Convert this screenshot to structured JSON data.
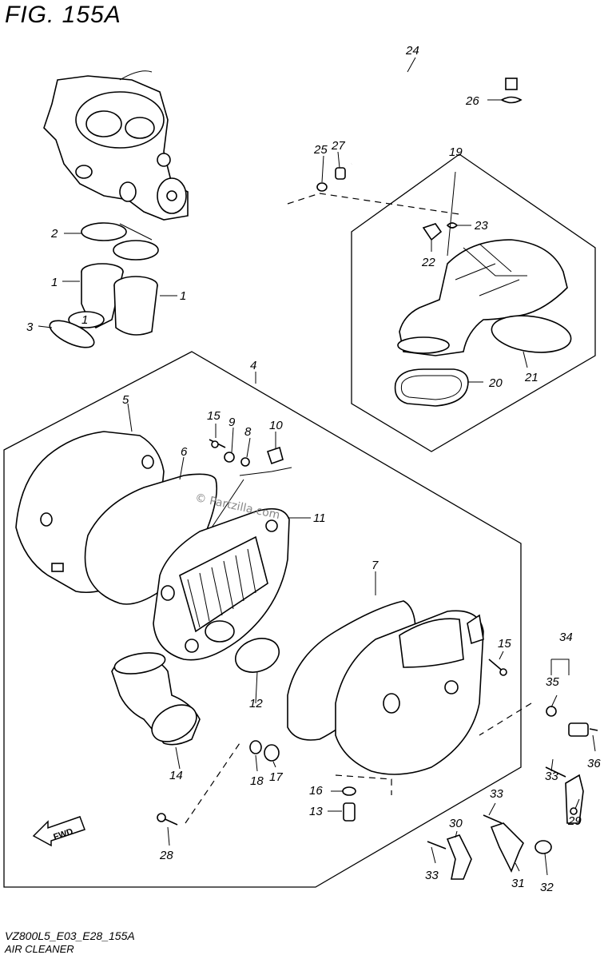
{
  "title": "FIG. 155A",
  "footer": {
    "code": "VZ800L5_E03_E28_155A",
    "name": "AIR CLEANER"
  },
  "watermark": "© Partzilla.com",
  "fwd_label": "FWD",
  "parts": {
    "p1a": "1",
    "p1b": "1",
    "p2": "2",
    "p3": "3",
    "p4": "4",
    "p5": "5",
    "p6": "6",
    "p7": "7",
    "p8": "8",
    "p9": "9",
    "p10": "10",
    "p11": "11",
    "p12": "12",
    "p13": "13",
    "p14": "14",
    "p15a": "15",
    "p15b": "15",
    "p16": "16",
    "p17": "17",
    "p18": "18",
    "p19": "19",
    "p20": "20",
    "p21": "21",
    "p22": "22",
    "p23": "23",
    "p24": "24",
    "p25": "25",
    "p26": "26",
    "p27": "27",
    "p28": "28",
    "p29": "29",
    "p30": "30",
    "p31": "31",
    "p32": "32",
    "p33a": "33",
    "p33b": "33",
    "p33c": "33",
    "p34": "34",
    "p35": "35",
    "p36": "36"
  }
}
